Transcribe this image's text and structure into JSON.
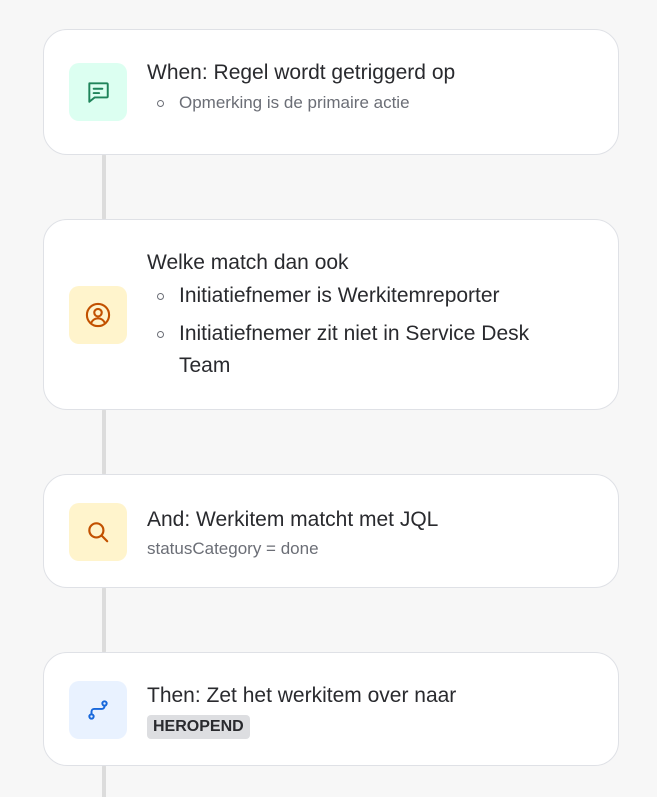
{
  "rules": [
    {
      "icon": "comment-icon",
      "title": "When: Regel wordt getriggerd op",
      "conditions": [
        "Opmerking is de primaire actie"
      ]
    },
    {
      "icon": "user-icon",
      "title": "Welke match dan ook",
      "conditions": [
        "Initiatiefnemer is Werkitemreporter",
        "Initiatiefnemer zit niet in Service Desk Team"
      ]
    },
    {
      "icon": "search-icon",
      "title": "And: Werkitem matcht met JQL",
      "detail": "statusCategory = done"
    },
    {
      "icon": "transition-icon",
      "title": "Then: Zet het werkitem over naar",
      "status": "HEROPEND"
    }
  ],
  "colors": {
    "green_icon": "#1f845a",
    "yellow_icon": "#c25100",
    "blue_icon": "#1868db"
  }
}
